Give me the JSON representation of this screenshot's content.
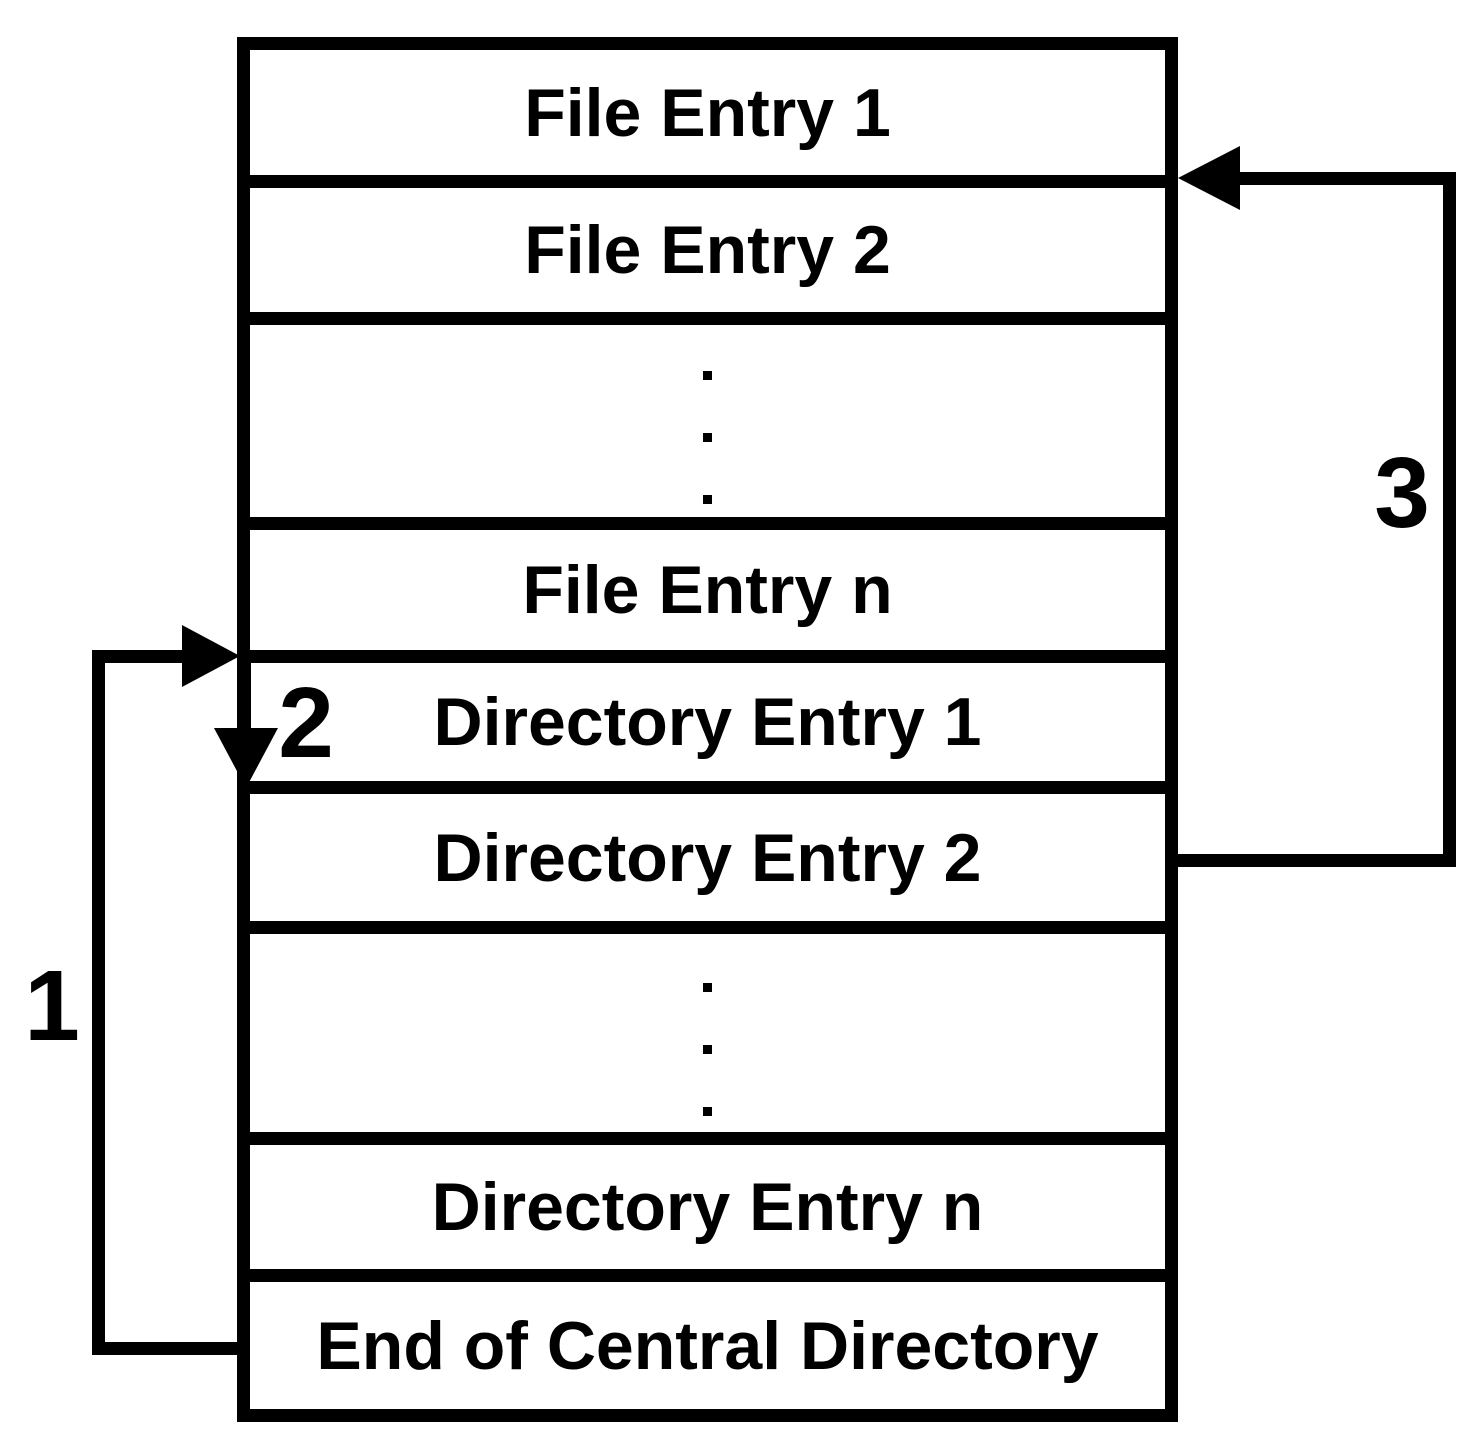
{
  "diagram": {
    "type": "zip-archive-structure",
    "rows": [
      {
        "type": "cell",
        "label": "File Entry 1"
      },
      {
        "type": "cell",
        "label": "File Entry 2"
      },
      {
        "type": "ellipsis",
        "dot_count": 3
      },
      {
        "type": "cell",
        "label": "File Entry n"
      },
      {
        "type": "cell",
        "label": "Directory Entry 1"
      },
      {
        "type": "cell",
        "label": "Directory Entry 2"
      },
      {
        "type": "ellipsis",
        "dot_count": 3
      },
      {
        "type": "cell",
        "label": "Directory Entry n"
      },
      {
        "type": "cell",
        "label": "End of Central Directory"
      }
    ],
    "arrows": [
      {
        "label": "1",
        "from": "End of Central Directory",
        "to": "start of Directory Entry 1",
        "side": "left"
      },
      {
        "label": "2",
        "from": "start of Directory Entry 1",
        "to": "start of Directory Entry 2",
        "side": "left"
      },
      {
        "label": "3",
        "from": "Directory Entry 2",
        "to": "start of File Entry 2",
        "side": "right"
      }
    ],
    "colors": {
      "line": "#000000",
      "text": "#000000",
      "background": "#ffffff"
    }
  }
}
